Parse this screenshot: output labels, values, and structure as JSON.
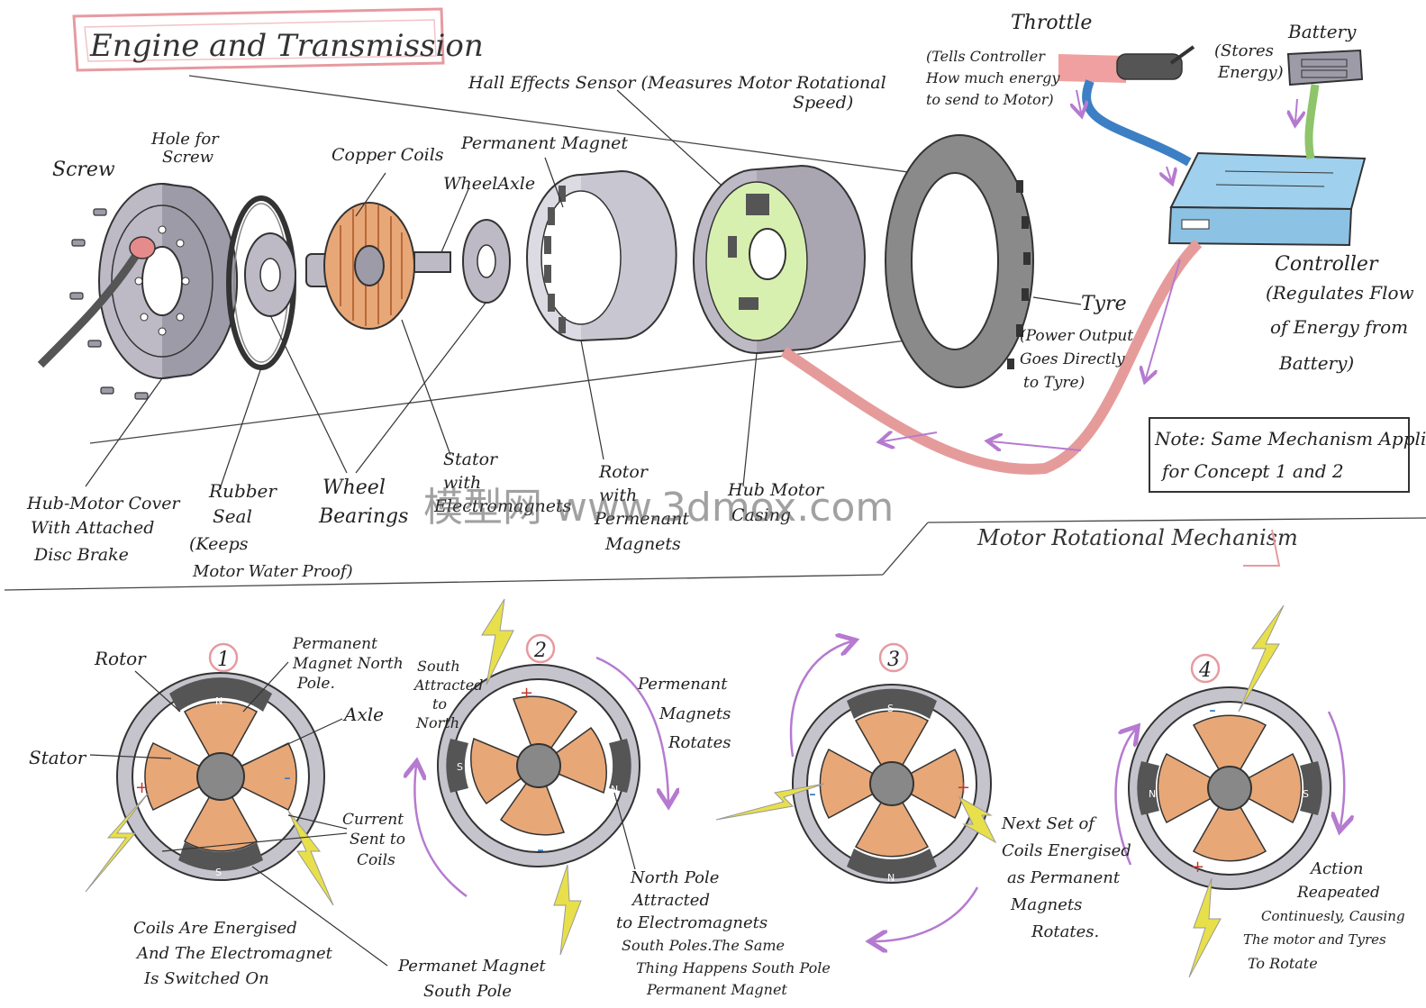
{
  "titles": {
    "main": "Engine and Transmission",
    "mechanism": "Motor Rotational Mechanism"
  },
  "watermark": "模型网 www.3dmox.com",
  "components": {
    "screw": "Screw",
    "hole_for_screw_1": "Hole for",
    "hole_for_screw_2": "Screw",
    "copper_coils": "Copper Coils",
    "wheel_axle": "WheelAxle",
    "permanent_magnet": "Permanent Magnet",
    "hall_sensor_1": "Hall Effects Sensor (Measures Motor Rotational",
    "hall_sensor_2": "Speed)",
    "throttle": "Throttle",
    "throttle_note_1": "(Tells Controller",
    "throttle_note_2": "How much energy",
    "throttle_note_3": "to send to Motor)",
    "battery": "Battery",
    "battery_note_1": "(Stores",
    "battery_note_2": "Energy)",
    "controller": "Controller",
    "controller_note_1": "(Regulates Flow",
    "controller_note_2": "of Energy from",
    "controller_note_3": "Battery)",
    "tyre": "Tyre",
    "tyre_note_1": "(Power Output",
    "tyre_note_2": "Goes Directly",
    "tyre_note_3": "to Tyre)",
    "note_1": "Note: Same Mechanism Applies",
    "note_2": "for Concept 1 and 2",
    "hub_cover_1": "Hub-Motor Cover",
    "hub_cover_2": "With Attached",
    "hub_cover_3": "Disc Brake",
    "rubber_seal_1": "Rubber",
    "rubber_seal_2": "Seal",
    "rubber_seal_3": "(Keeps",
    "rubber_seal_4": "Motor Water Proof)",
    "wheel_bearings_1": "Wheel",
    "wheel_bearings_2": "Bearings",
    "stator_1": "Stator",
    "stator_2": "with",
    "stator_3": "Electromagnets",
    "rotor_1": "Rotor",
    "rotor_2": "with",
    "rotor_3": "Permenant",
    "rotor_4": "Magnets",
    "hub_casing_1": "Hub Motor",
    "hub_casing_2": "Casing"
  },
  "steps": [
    {
      "num": "1"
    },
    {
      "num": "2"
    },
    {
      "num": "3"
    },
    {
      "num": "4"
    }
  ],
  "step_labels": {
    "rotor": "Rotor",
    "stator": "Stator",
    "pm_north_1": "Permanent",
    "pm_north_2": "Magnet North",
    "pm_north_3": "Pole.",
    "axle": "Axle",
    "current_1": "Current",
    "current_2": "Sent to",
    "current_3": "Coils",
    "coils_energised_1": "Coils Are Energised",
    "coils_energised_2": "And The Electromagnet",
    "coils_energised_3": "Is Switched On",
    "pm_south_1": "Permanet Magnet",
    "pm_south_2": "South Pole",
    "south_attracted_1": "South",
    "south_attracted_2": "Attracted",
    "south_attracted_3": "to",
    "south_attracted_4": "North",
    "pm_rotates_1": "Permenant",
    "pm_rotates_2": "Magnets",
    "pm_rotates_3": "Rotates",
    "north_attracted_1": "North Pole",
    "north_attracted_2": "Attracted",
    "north_attracted_3": "to Electromagnets",
    "north_attracted_4": "South Poles.The Same",
    "north_attracted_5": "Thing Happens South Pole",
    "north_attracted_6": "Permanent Magnet",
    "next_set_1": "Next Set of",
    "next_set_2": "Coils Energised",
    "next_set_3": "as Permanent",
    "next_set_4": "Magnets",
    "next_set_5": "Rotates.",
    "action_1": "Action",
    "action_2": "Reapeated",
    "action_3": "Continuesly, Causing",
    "action_4": "The motor and Tyres",
    "action_5": "To Rotate",
    "north": "N",
    "south": "S",
    "plus": "+",
    "minus": "-"
  },
  "colors": {
    "copper": "#e8a777",
    "copper_line": "#b86a3a",
    "ring": "#b9b7c1",
    "dark_ring": "#6f6f6f",
    "magnet": "#555555",
    "purple": "#b57ad0",
    "yellow": "#e8e04a",
    "blue_box": "#9fd0ee",
    "pink_cable": "#e69b9b",
    "blue_cable": "#3d7fc4",
    "green_cable": "#8ec46a",
    "pcb": "#d7f0b0",
    "title_frame": "#e79aa0"
  }
}
